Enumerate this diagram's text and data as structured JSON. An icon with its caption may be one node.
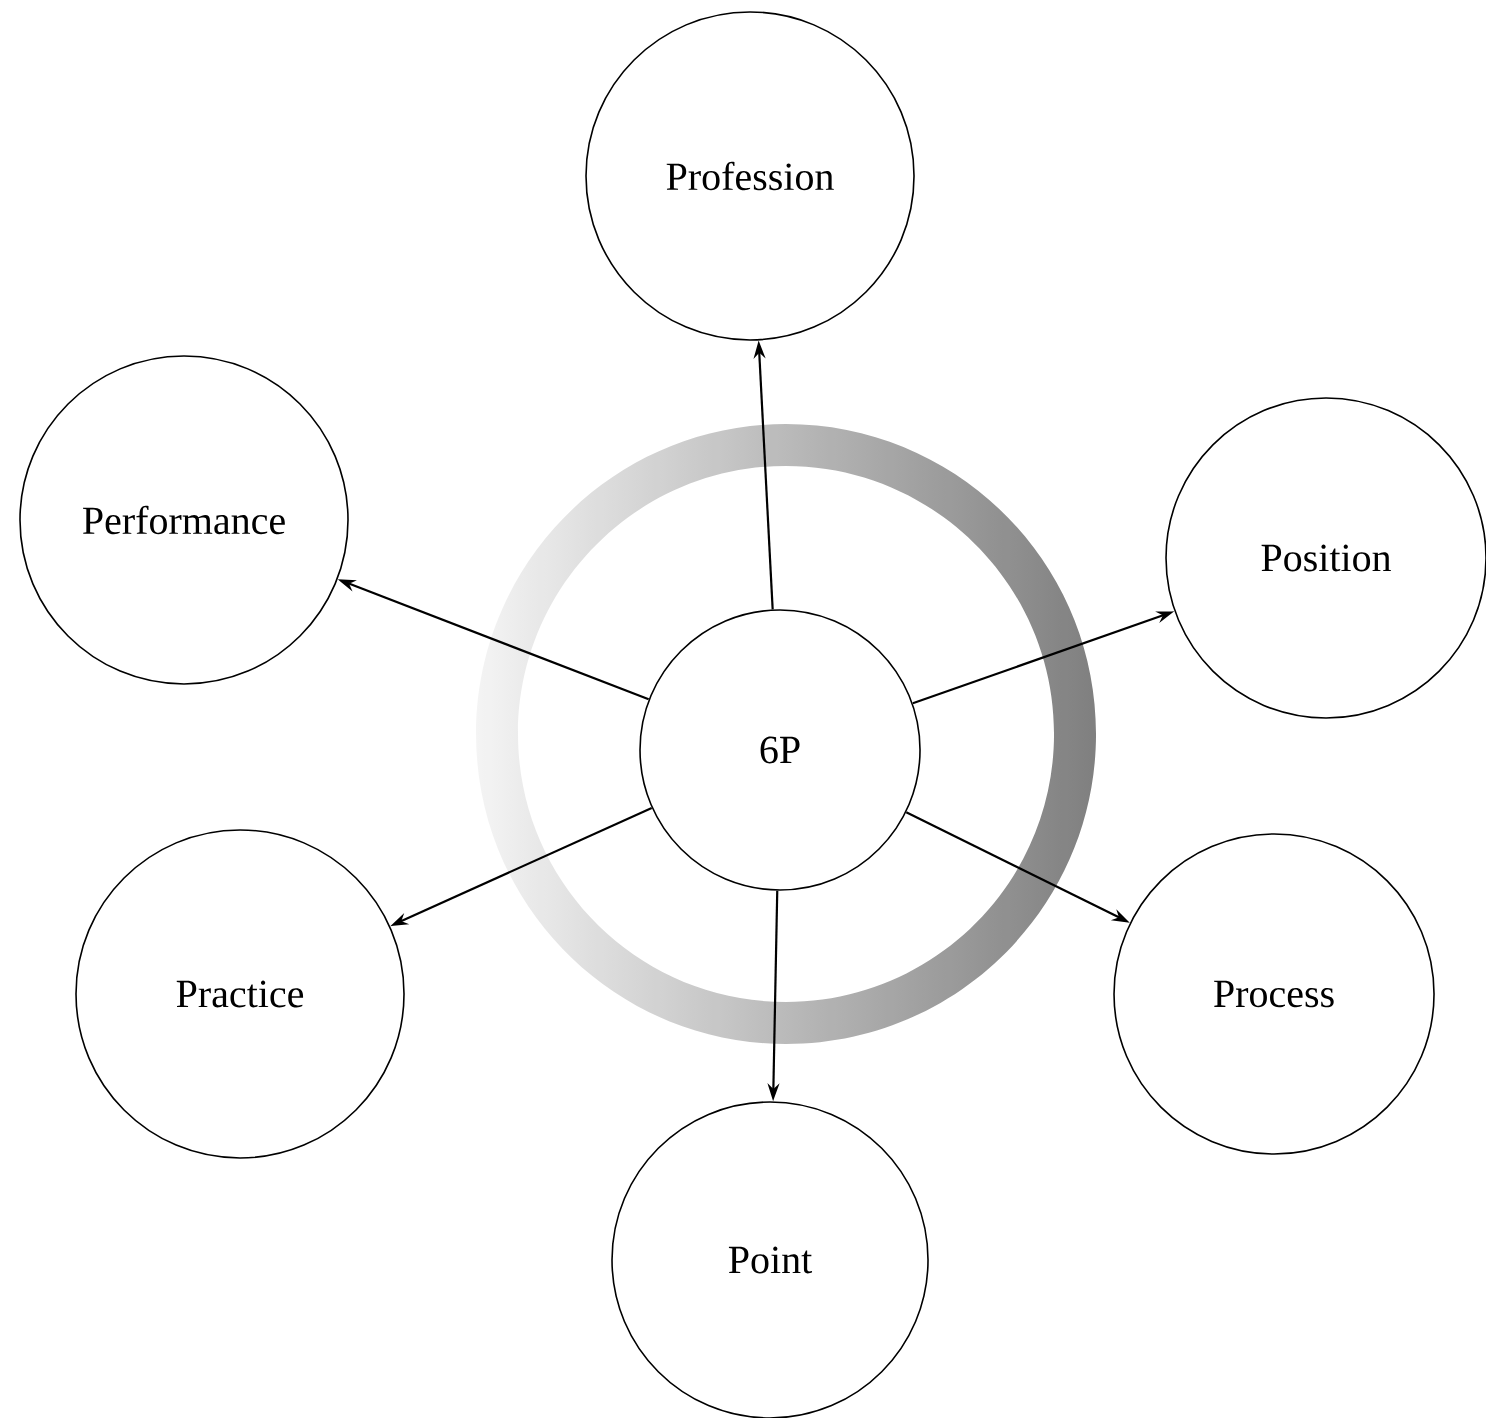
{
  "diagram": {
    "nodes": [
      {
        "text": [
          "6P"
        ]
      },
      {
        "text": [
          "Profession"
        ]
      },
      {
        "text": [
          "Position"
        ]
      },
      {
        "text": [
          "Process"
        ]
      },
      {
        "text": [
          "Point"
        ]
      },
      {
        "text": [
          "Practice"
        ]
      },
      {
        "text": [
          "Performance"
        ]
      }
    ],
    "edges": [
      {
        "from": 0,
        "to": 1,
        "arrow": "to"
      },
      {
        "from": 0,
        "to": 2,
        "arrow": "to"
      },
      {
        "from": 0,
        "to": 3,
        "arrow": "to"
      },
      {
        "from": 0,
        "to": 4,
        "arrow": "to"
      },
      {
        "from": 0,
        "to": 5,
        "arrow": "to"
      },
      {
        "from": 0,
        "to": 6,
        "arrow": "to"
      }
    ]
  }
}
